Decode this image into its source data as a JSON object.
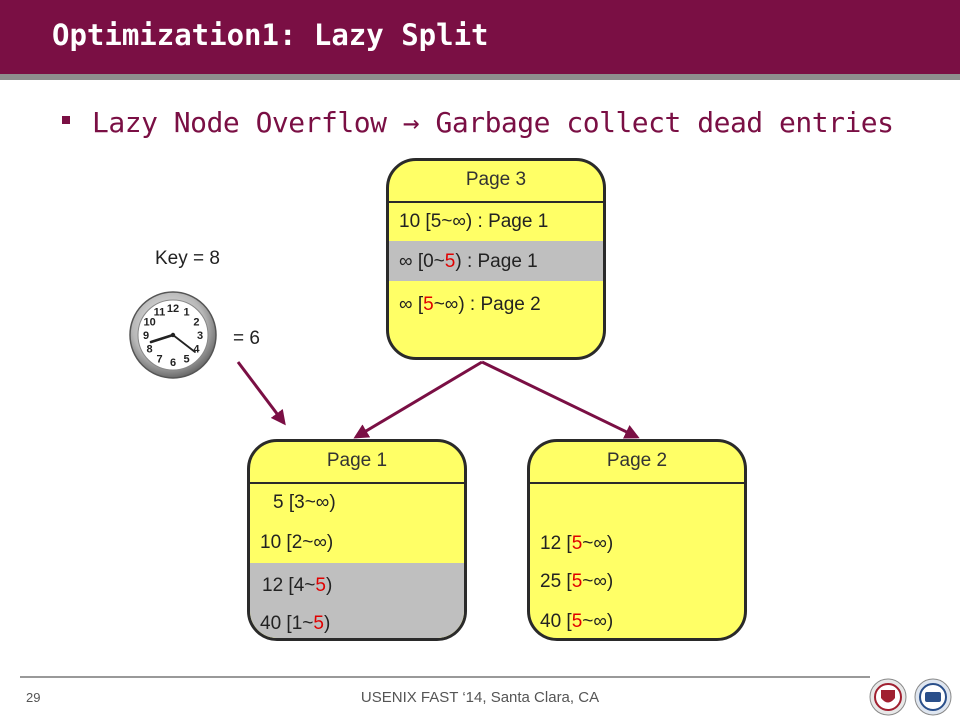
{
  "title": "Optimization1: Lazy Split",
  "bullet": "Lazy Node Overflow → Garbage collect dead entries",
  "key": {
    "label": "Key = ",
    "value": "8"
  },
  "time": {
    "label": "= ",
    "value": "6"
  },
  "page3": {
    "header": "Page 3",
    "rows": [
      {
        "a": "10 [5~∞) : Page 1"
      },
      {
        "a": "∞ [0~",
        "b": "5",
        "c": ")  : Page 1"
      },
      {
        "a": "∞ [",
        "b": "5",
        "c": "~∞) : Page 2"
      }
    ]
  },
  "page1": {
    "header": "Page 1",
    "rows": [
      {
        "a": "5 [3~∞)"
      },
      {
        "a": "10 [2~∞)"
      },
      {
        "a": "12 [4~",
        "b": "5",
        "c": ")"
      },
      {
        "a": "40 [1~",
        "b": "5",
        "c": ")"
      }
    ]
  },
  "page2": {
    "header": "Page 2",
    "rows": [
      {
        "a": "12 [",
        "b": "5",
        "c": "~∞)"
      },
      {
        "a": "25 [",
        "b": "5",
        "c": "~∞)"
      },
      {
        "a": "40 [",
        "b": "5",
        "c": "~∞)"
      }
    ]
  },
  "clock_numbers": [
    "12",
    "1",
    "2",
    "3",
    "4",
    "5",
    "6",
    "7",
    "8",
    "9",
    "10",
    "11"
  ],
  "footer": {
    "slide_number": "29",
    "text": "USENIX FAST ‘14, Santa Clara, CA"
  },
  "colors": {
    "accent": "#7a0f44",
    "page_fill": "#ffff66",
    "dead_band": "#bfbfbf",
    "highlight": "#e00000"
  }
}
